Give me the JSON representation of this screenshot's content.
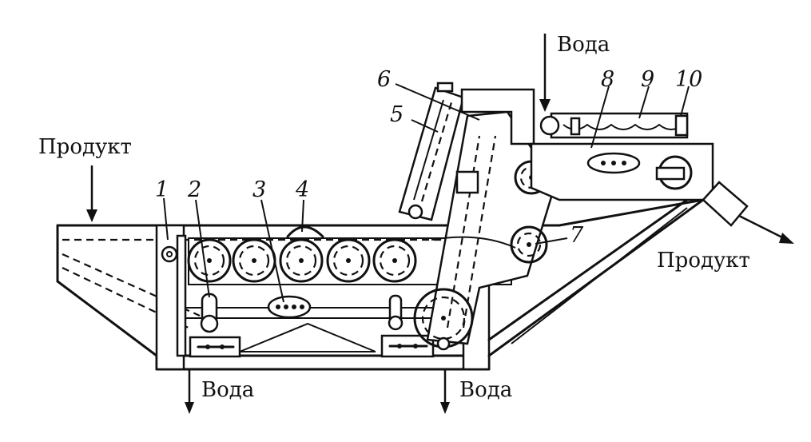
{
  "labels": {
    "product_in": "Продукт",
    "product_out": "Продукт",
    "water_top": "Вода",
    "water_bottom_left": "Вода",
    "water_bottom_right": "Вода"
  },
  "numbers": [
    "1",
    "2",
    "3",
    "4",
    "5",
    "6",
    "7",
    "8",
    "9",
    "10"
  ]
}
